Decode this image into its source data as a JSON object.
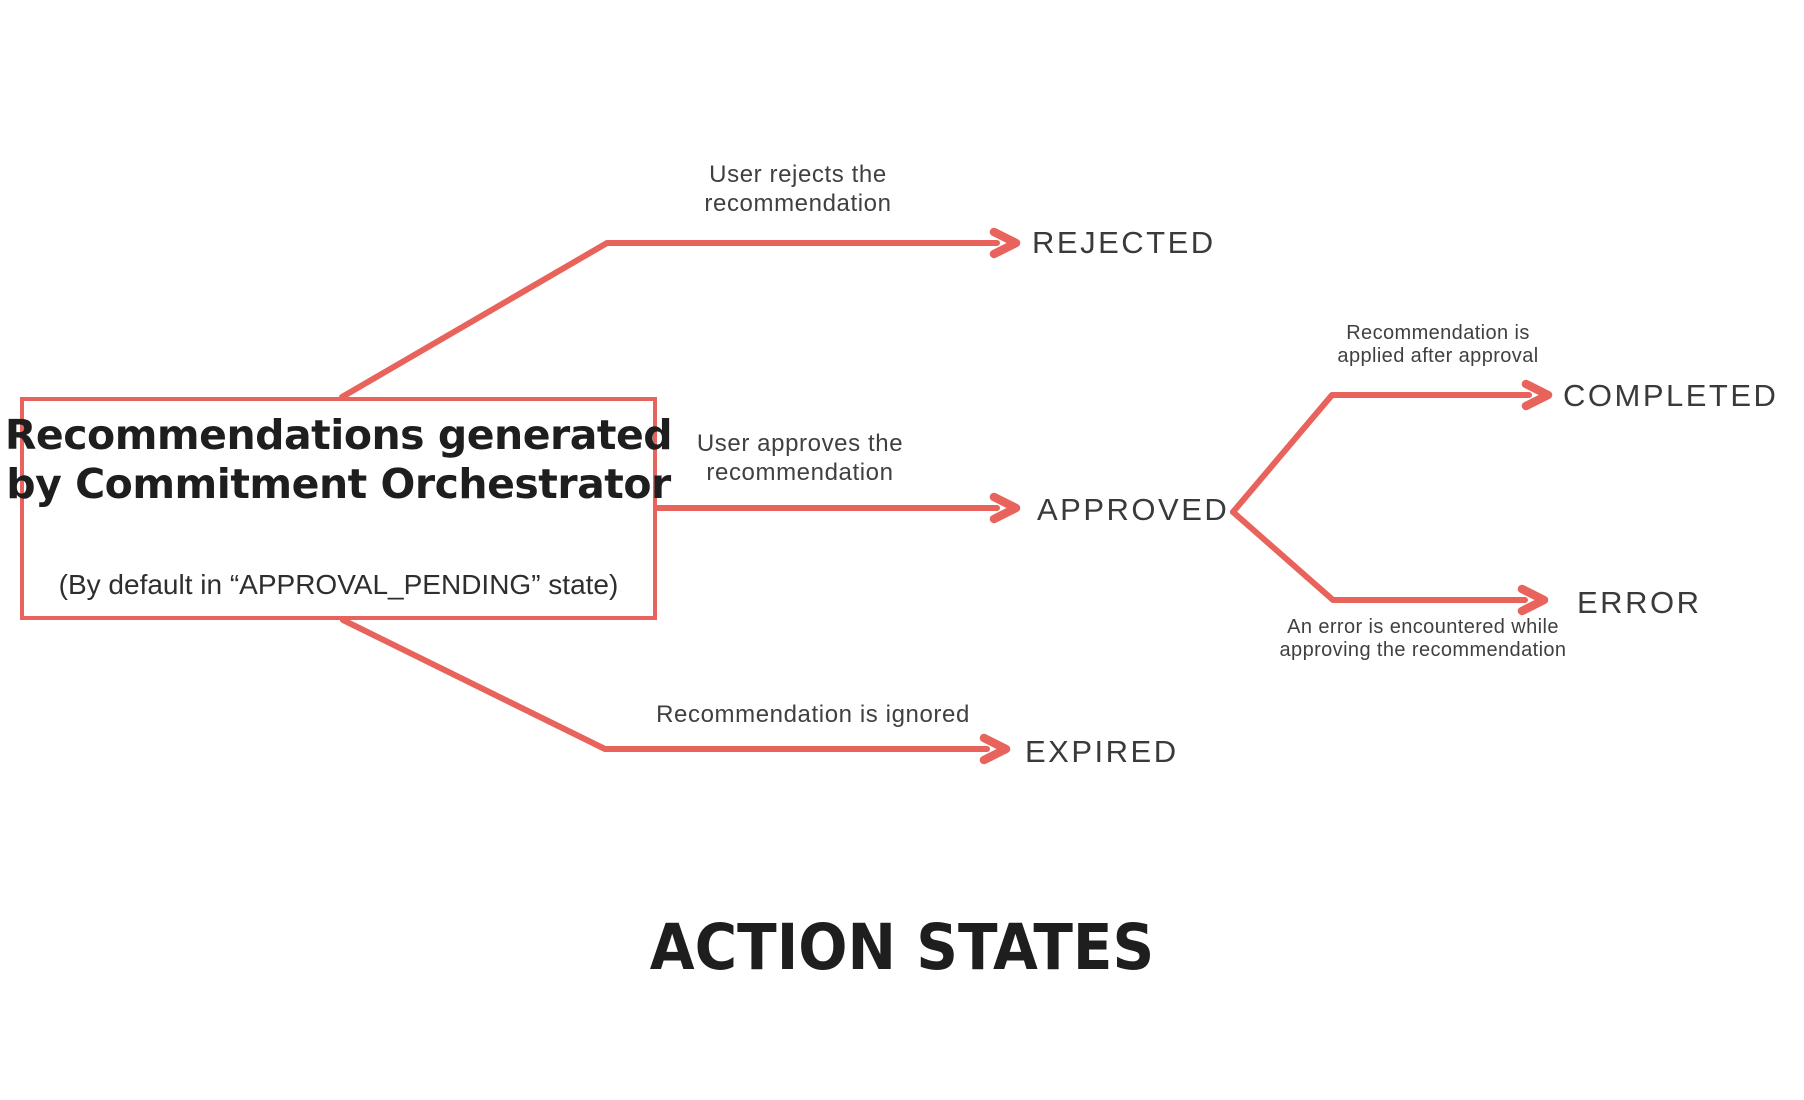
{
  "colors": {
    "accent": "#E8635B",
    "heading": "#1E1E1E",
    "state_text": "#3A3A3A",
    "label_text": "#404040"
  },
  "source_box": {
    "title_line1": "Recommendations generated",
    "title_line2": "by Commitment Orchestrator",
    "subtitle": "(By default in “APPROVAL_PENDING” state)"
  },
  "transitions": {
    "rejected": {
      "label_line1": "User rejects the",
      "label_line2": "recommendation",
      "state": "REJECTED"
    },
    "approved": {
      "label_line1": "User approves the",
      "label_line2": "recommendation",
      "state": "APPROVED"
    },
    "expired": {
      "label_line1": "Recommendation is ignored",
      "state": "EXPIRED"
    },
    "completed": {
      "label_line1": "Recommendation is",
      "label_line2": "applied after approval",
      "state": "COMPLETED"
    },
    "error": {
      "label_line1": "An error is encountered while",
      "label_line2": "approving the recommendation",
      "state": "ERROR"
    }
  },
  "footer": {
    "title": "ACTION STATES"
  }
}
